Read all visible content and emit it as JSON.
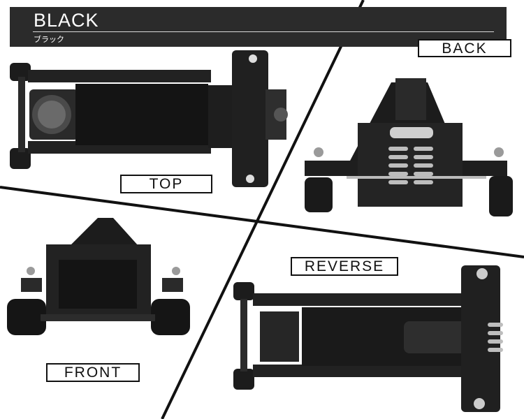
{
  "header": {
    "title": "BLACK",
    "subtitle": "ブラック"
  },
  "labels": {
    "top": "TOP",
    "back": "BACK",
    "front": "FRONT",
    "reverse": "REVERSE"
  },
  "colors": {
    "header_bg": "#2b2b2b",
    "divider": "#111111",
    "product": "#1a1a1a"
  }
}
